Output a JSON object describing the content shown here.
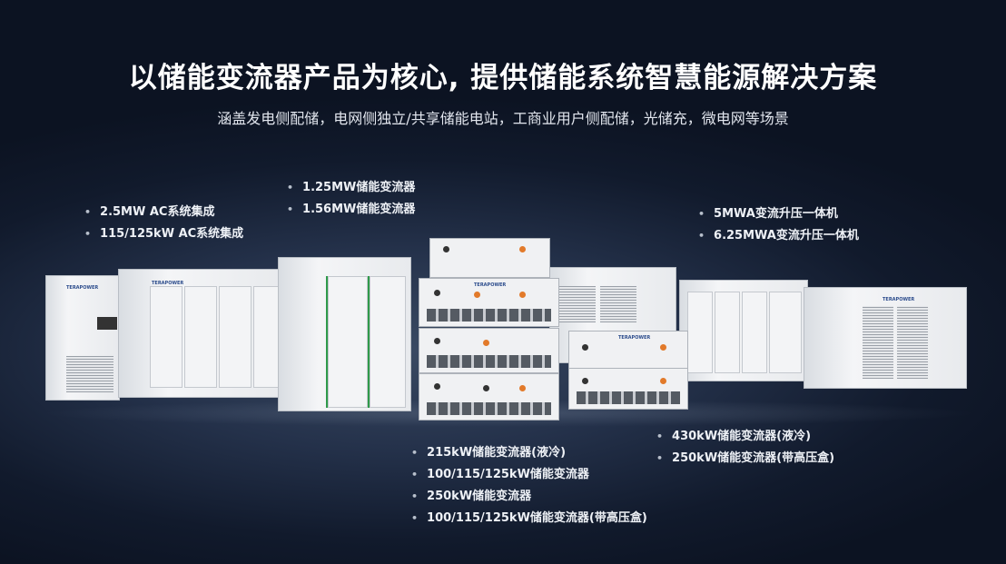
{
  "title": "以储能变流器产品为核心, 提供储能系统智慧能源解决方案",
  "subtitle": "涵盖发电侧配储，电网侧独立/共享储能电站，工商业用户侧配储，光储充，微电网等场景",
  "brand": "TERAPOWER",
  "groups": {
    "ac_system": [
      "2.5MW AC系统集成",
      "115/125kW AC系统集成"
    ],
    "mw_pcs": [
      "1.25MW储能变流器",
      "1.56MW储能变流器"
    ],
    "skid": [
      "5MWA变流升压一体机",
      "6.25MWA变流升压一体机"
    ],
    "kw_pcs": [
      "215kW储能变流器(液冷)",
      "100/115/125kW储能变流器",
      "250kW储能变流器",
      "100/115/125kW储能变流器(带高压盒)"
    ],
    "kw_pcs_2": [
      "430kW储能变流器(液冷)",
      "250kW储能变流器(带高压盒)"
    ]
  }
}
